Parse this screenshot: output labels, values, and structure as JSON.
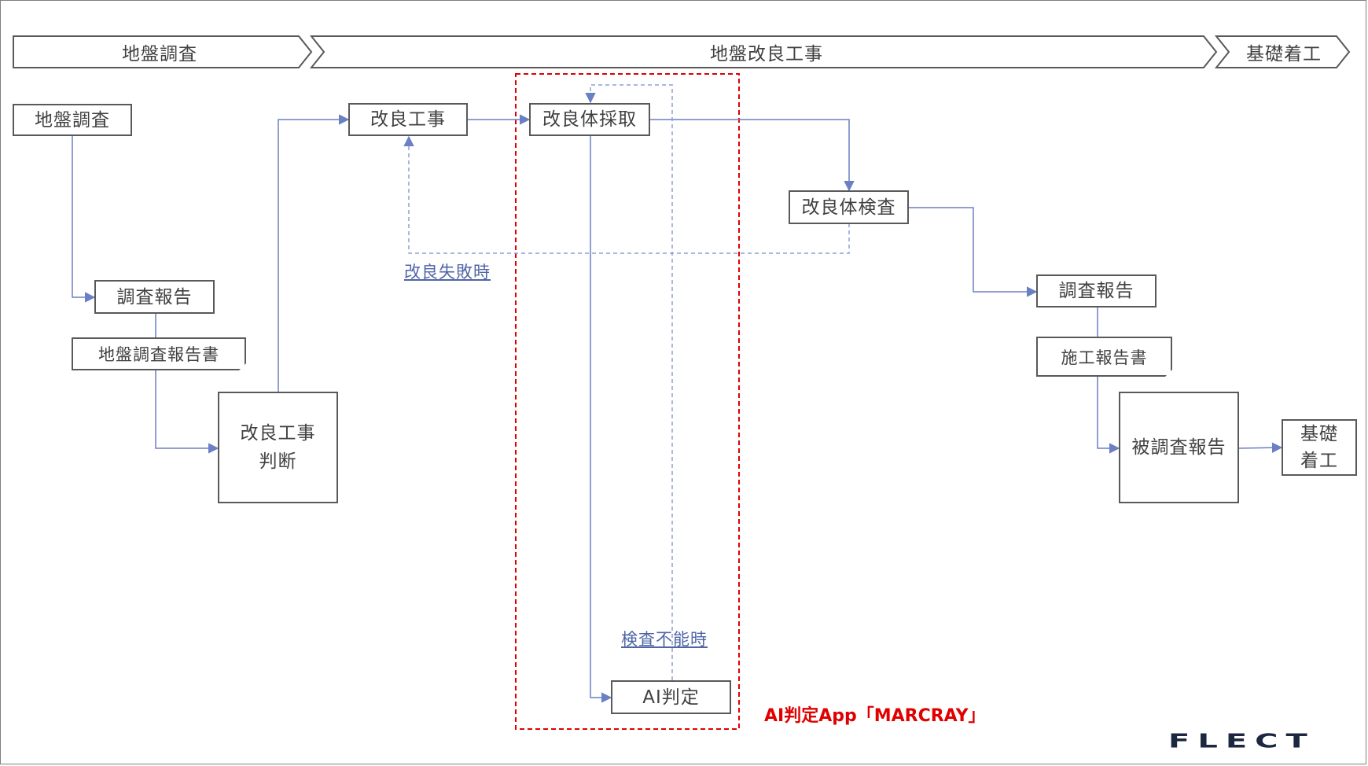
{
  "phases": {
    "survey": "地盤調査",
    "improvement": "地盤改良工事",
    "foundation": "基礎着工"
  },
  "nodes": {
    "ground_survey": "地盤調査",
    "survey_report_1": "調査報告",
    "ground_survey_doc": "地盤調査報告書",
    "judgement": "改良工事\n判断",
    "improvement_work": "改良工事",
    "sampling": "改良体採取",
    "ai_judgement": "AI判定",
    "inspection": "改良体検査",
    "survey_report_2": "調査報告",
    "construction_doc": "施工報告書",
    "subject_report": "被調査報告",
    "foundation_start": "基礎\n着工"
  },
  "notes": {
    "failure": "改良失敗時",
    "not_inspectable": "検査不能時"
  },
  "app_label": "AI判定App「MARCRAY」",
  "logo": "FLECT",
  "colors": {
    "connector": "#6b7fc4",
    "box_border": "#595959",
    "highlight": "#e00000",
    "note_text": "#4f66a6"
  }
}
